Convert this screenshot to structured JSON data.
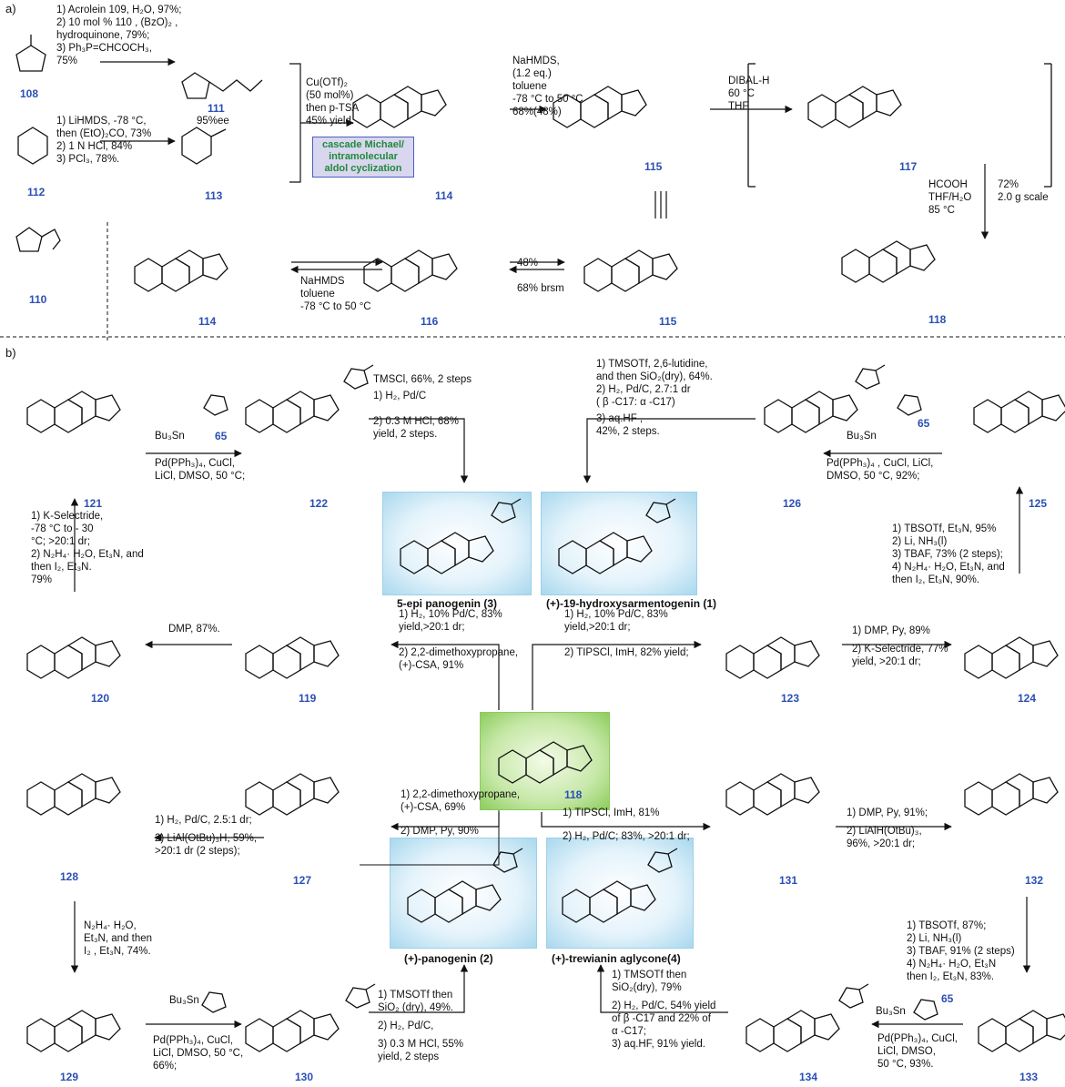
{
  "sections": {
    "a": "a)",
    "b": "b)"
  },
  "conditions": {
    "c108": [
      "1) Acrolein 109, H₂O, 97%;",
      "2) 10 mol % 110 , (BzO)₂ ,",
      "hydroquinone, 79%;",
      "3) Ph₃P=CHCOCH₃,",
      "75%"
    ],
    "c112": [
      "1) LiHMDS, -78 °C,",
      "then (EtO)₂CO, 73%",
      "2) 1 N HCl, 84%",
      "3) PCl₃, 78%."
    ],
    "c114": [
      "Cu(OTf)₂",
      "(50 mol%)",
      "then p-TSA",
      "45% yield."
    ],
    "c115": [
      "NaHMDS,",
      "(1.2 eq.)",
      "toluene",
      "-78 °C to 50 °C",
      "68%(48%)"
    ],
    "c117": [
      "DIBAL-H",
      "60 °C",
      "THF"
    ],
    "c118": [
      "HCOOH",
      "THF/H₂O",
      "85 °C"
    ],
    "c118b": [
      "72%",
      "2.0 g scale"
    ],
    "c116a": [
      "NaHMDS",
      "toluene",
      "-78 °C to 50 °C"
    ],
    "c116b": [
      "48%",
      "68% brsm"
    ],
    "c121": [
      "1) K-Selectride,",
      "-78 °C to - 30",
      "°C; >20:1 dr;",
      "2) N₂H₄· H₂O, Et₃N, and",
      "then I₂, Et₃N.",
      "79%"
    ],
    "c122": [
      "Pd(PPh₃)₄, CuCl,",
      "LiCl, DMSO, 50 °C;"
    ],
    "c3": [
      "TMSCl, 66%, 2 steps",
      "1) H₂, Pd/C",
      "2) 0.3 M HCl, 68%",
      "yield, 2 steps."
    ],
    "c1": [
      "1) TMSOTf, 2,6-lutidine,",
      "and then SiO₂(dry), 64%.",
      "2) H₂, Pd/C, 2.7:1 dr",
      "( β -C17: α -C17)",
      "3) aq.HF ,",
      "42%, 2 steps."
    ],
    "c126": [
      "Pd(PPh₃)₄ , CuCl, LiCl,",
      "DMSO, 50 °C, 92%;"
    ],
    "c125": [
      "1) TBSOTf, Et₃N, 95%",
      "2) Li, NH₃(l)",
      "3) TBAF, 73% (2 steps);",
      "4) N₂H₄· H₂O, Et₃N, and",
      "then I₂, Et₃N, 90%."
    ],
    "c120": [
      "DMP, 87%."
    ],
    "c119": [
      "1) H₂, 10% Pd/C, 83%",
      "yield,>20:1 dr;",
      "2) 2,2-dimethoxypropane,",
      "(+)-CSA, 91%"
    ],
    "c123": [
      "1) H₂, 10% Pd/C, 83%",
      "yield,>20:1 dr;",
      "2) TIPSCl, ImH, 82% yield;"
    ],
    "c124": [
      "1) DMP, Py, 89%",
      "2) K-Selectride, 77%",
      "yield, >20:1 dr;"
    ],
    "c128": [
      "1) H₂, Pd/C, 2.5:1 dr;",
      "2) LiAl(OtBu)₃H, 59%,",
      ">20:1 dr (2 steps);"
    ],
    "c127": [
      "1) 2,2-dimethoxypropane,",
      "(+)-CSA, 69%",
      "2) DMP, Py,  90%"
    ],
    "c131": [
      "1) TIPSCl, ImH, 81%",
      "2) H₂, Pd/C; 83%, >20:1 dr;"
    ],
    "c132": [
      "1) DMP, Py, 91%;",
      "2) LiAlH(OtBu)₃,",
      "96%, >20:1 dr;"
    ],
    "c129": [
      "N₂H₄· H₂O,",
      "Et₃N, and then",
      "I₂ , Et₃N, 74%."
    ],
    "c130": [
      "Pd(PPh₃)₄, CuCl,",
      "LiCl, DMSO, 50 °C,",
      "66%;"
    ],
    "c2": [
      "1) TMSOTf  then",
      "SiO₂ (dry), 49%.",
      "2) H₂, Pd/C,",
      "3) 0.3 M HCl, 55%",
      "yield, 2 steps"
    ],
    "c4": [
      "1) TMSOTf  then",
      "SiO₂(dry), 79%",
      "2) H₂, Pd/C, 54% yield",
      "of  β -C17 and 22% of",
      " α  -C17;",
      "3) aq.HF,  91% yield."
    ],
    "c133": [
      "1) TBSOTf, 87%;",
      "2) Li, NH₃(l)",
      "3) TBAF,  91% (2 steps)",
      "4) N₂H₄· H₂O, Et₃N",
      "then I₂, Et₃N, 83%."
    ],
    "c134": [
      "Pd(PPh₃)₄, CuCl,",
      "LiCl, DMSO,",
      "50 °C, 93%."
    ]
  },
  "reagent65": {
    "r1": "Bu₃Sn",
    "r2": "Bu₃Sn",
    "r3": "Bu₃Sn",
    "r4": "Bu₃Sn",
    "num": "65"
  },
  "ee": "95%ee",
  "cascade": [
    "cascade Michael/",
    "intramolecular",
    "aldol cyclization"
  ],
  "labels": {
    "l108": "108",
    "l111": "111",
    "l112": "112",
    "l113": "113",
    "l114": "114",
    "l115": "115",
    "l117": "117",
    "l118": "118",
    "l110": "110",
    "l114b": "114",
    "l116": "116",
    "l115b": "115",
    "l121": "121",
    "l122": "122",
    "l126": "126",
    "l125": "125",
    "l120": "120",
    "l119": "119",
    "l123": "123",
    "l124": "124",
    "l118c": "118",
    "l128": "128",
    "l127": "127",
    "l131": "131",
    "l132": "132",
    "l129": "129",
    "l130": "130",
    "l134": "134",
    "l133": "133"
  },
  "names": {
    "n3": "5-epi panogenin (3)",
    "n1": "(+)-19-hydroxysarmentogenin (1)",
    "n2": "(+)-panogenin (2)",
    "n4": "(+)-trewianin aglycone(4)"
  },
  "colors": {
    "label_blue": "#2a4fb5",
    "stereo_red": "#e0201b",
    "box_blue": "#a9d8ee",
    "box_green": "#8ccc5d",
    "cascade_green": "#1f8a3a"
  }
}
